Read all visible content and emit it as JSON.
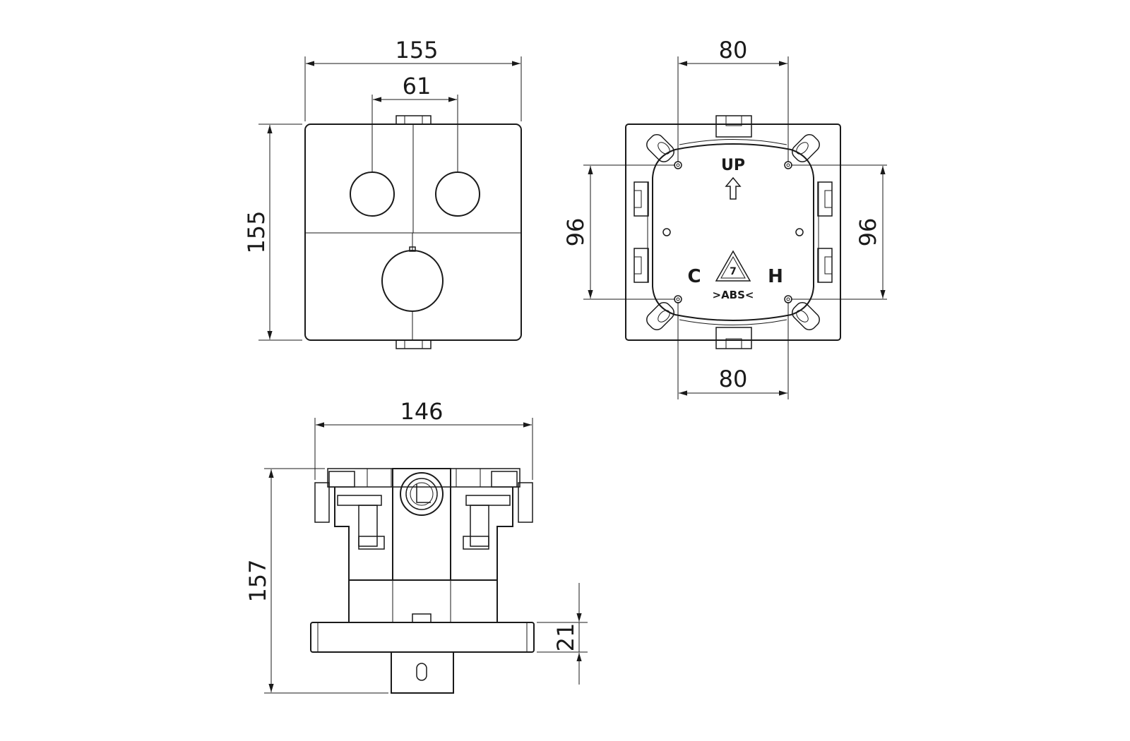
{
  "front_view": {
    "width_dim": "155",
    "height_dim": "155",
    "spacing_dim": "61"
  },
  "back_view": {
    "top_dim": "80",
    "bottom_dim": "80",
    "left_dim": "96",
    "right_dim": "96",
    "up_label": "UP",
    "cold_label": "C",
    "hot_label": "H",
    "recycle_number": "7",
    "material_label": ">ABS<"
  },
  "side_view": {
    "width_dim": "146",
    "height_dim": "157",
    "plate_dim": "21"
  }
}
